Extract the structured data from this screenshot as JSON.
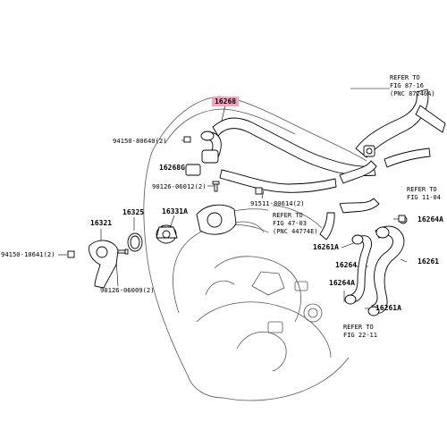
{
  "highlight_color": "#f6a3c0",
  "labels": {
    "p16268": "16268",
    "p94150_80640": "94150-80640(2)",
    "p16268g": "16268G",
    "p90126_06012": "90126-06012(2)",
    "p16325": "16325",
    "p16321": "16321",
    "p16331a": "16331A",
    "p94150_10641": "94150-10641(2)",
    "p90126_06009": "90126-06009(2)",
    "p91511_80614": "91511-80614(2)",
    "p16264a_top": "16264A",
    "p16261a_top": "16261A",
    "p16264": "16264",
    "p16261": "16261",
    "p16264a_bot": "16264A",
    "p16261a_bot": "16261A"
  },
  "refs": {
    "ref1": [
      "REFER TO",
      "FIG 87-16",
      "(PNC 87246A)"
    ],
    "ref2": [
      "REFER TO",
      "FIG 11-04"
    ],
    "ref3": [
      "REFER TO",
      "FIG 47-03",
      "(PNC 44774E)"
    ],
    "ref4": [
      "REFER TO",
      "FIG 22-11"
    ]
  },
  "icons": [
    "bolt-icon",
    "clamp-icon",
    "gasket-icon",
    "thermostat-icon",
    "hose-icon",
    "engine-outline"
  ]
}
